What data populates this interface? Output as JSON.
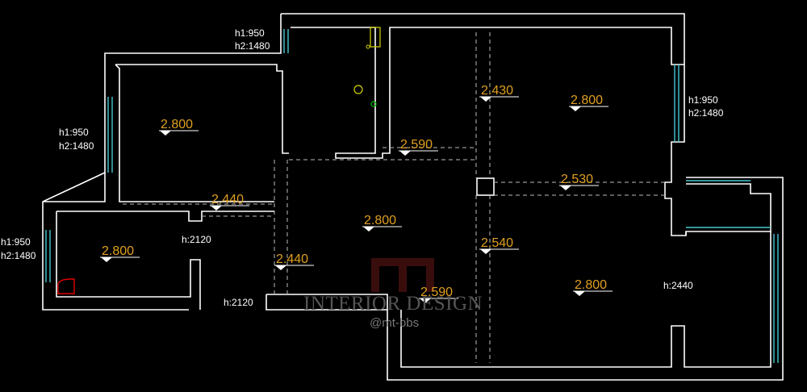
{
  "ceiling_heights": [
    "2.800",
    "2.800",
    "2.800",
    "2.800",
    "2.800",
    "2.440",
    "2.440",
    "2.590",
    "2.590",
    "2.430",
    "2.530",
    "2.540"
  ],
  "window_sill": "h1:950",
  "window_head": "h2:1480",
  "door_heights": [
    "h:2120",
    "h:2120",
    "h:2440"
  ],
  "watermark": {
    "title": "INTERIOR DESIGN",
    "handle": "@mt-bbs"
  },
  "colors": {
    "background": "#000000",
    "wall": "#ffffff",
    "window": "#46c8d2",
    "height_text": "#e0a020",
    "fixture": "#d4d400",
    "drain": "#00c000",
    "corner_mark": "#e00000"
  }
}
